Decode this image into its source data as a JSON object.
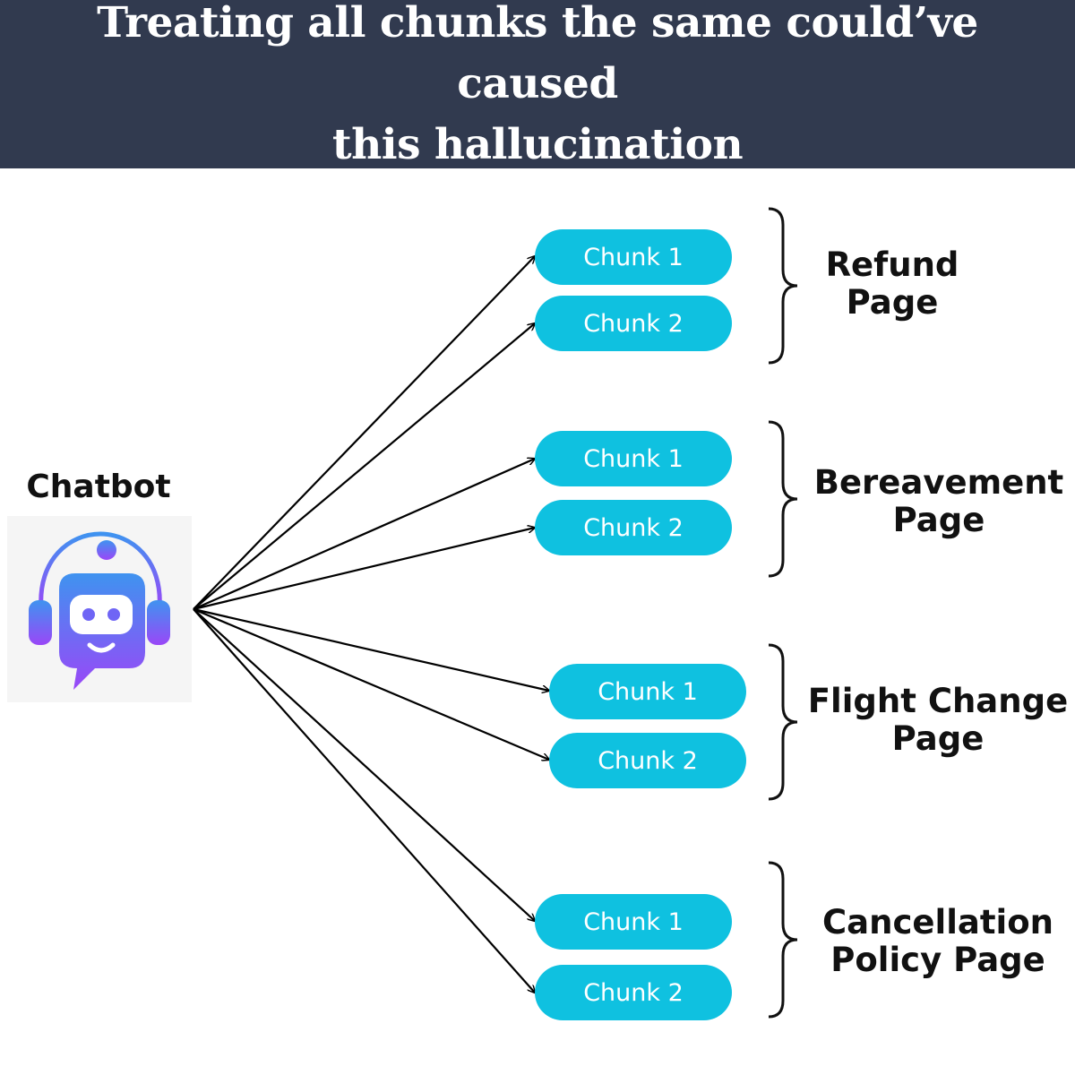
{
  "header": {
    "title_line1": "Treating all chunks the same could’ve caused",
    "title_line2": "this hallucination"
  },
  "chatbot": {
    "label": "Chatbot",
    "icon": "robot-headset-chat-icon",
    "icon_colors": {
      "gradient_top": "#3f93f0",
      "gradient_bottom": "#9a47f7",
      "background": "#f5f5f5"
    }
  },
  "pages": [
    {
      "line1": "Refund",
      "line2": "Page",
      "chunks": [
        "Chunk 1",
        "Chunk 2"
      ]
    },
    {
      "line1": "Bereavement",
      "line2": "Page",
      "chunks": [
        "Chunk 1",
        "Chunk 2"
      ]
    },
    {
      "line1": "Flight Change",
      "line2": "Page",
      "chunks": [
        "Chunk 1",
        "Chunk 2"
      ]
    },
    {
      "line1": "Cancellation",
      "line2": "Policy Page",
      "chunks": [
        "Chunk 1",
        "Chunk 2"
      ]
    }
  ],
  "colors": {
    "header_bg": "#313a4f",
    "header_text": "#ffffff",
    "chunk_bg": "#0fc1e0",
    "chunk_text": "#ffffff",
    "arrow": "#000000"
  }
}
